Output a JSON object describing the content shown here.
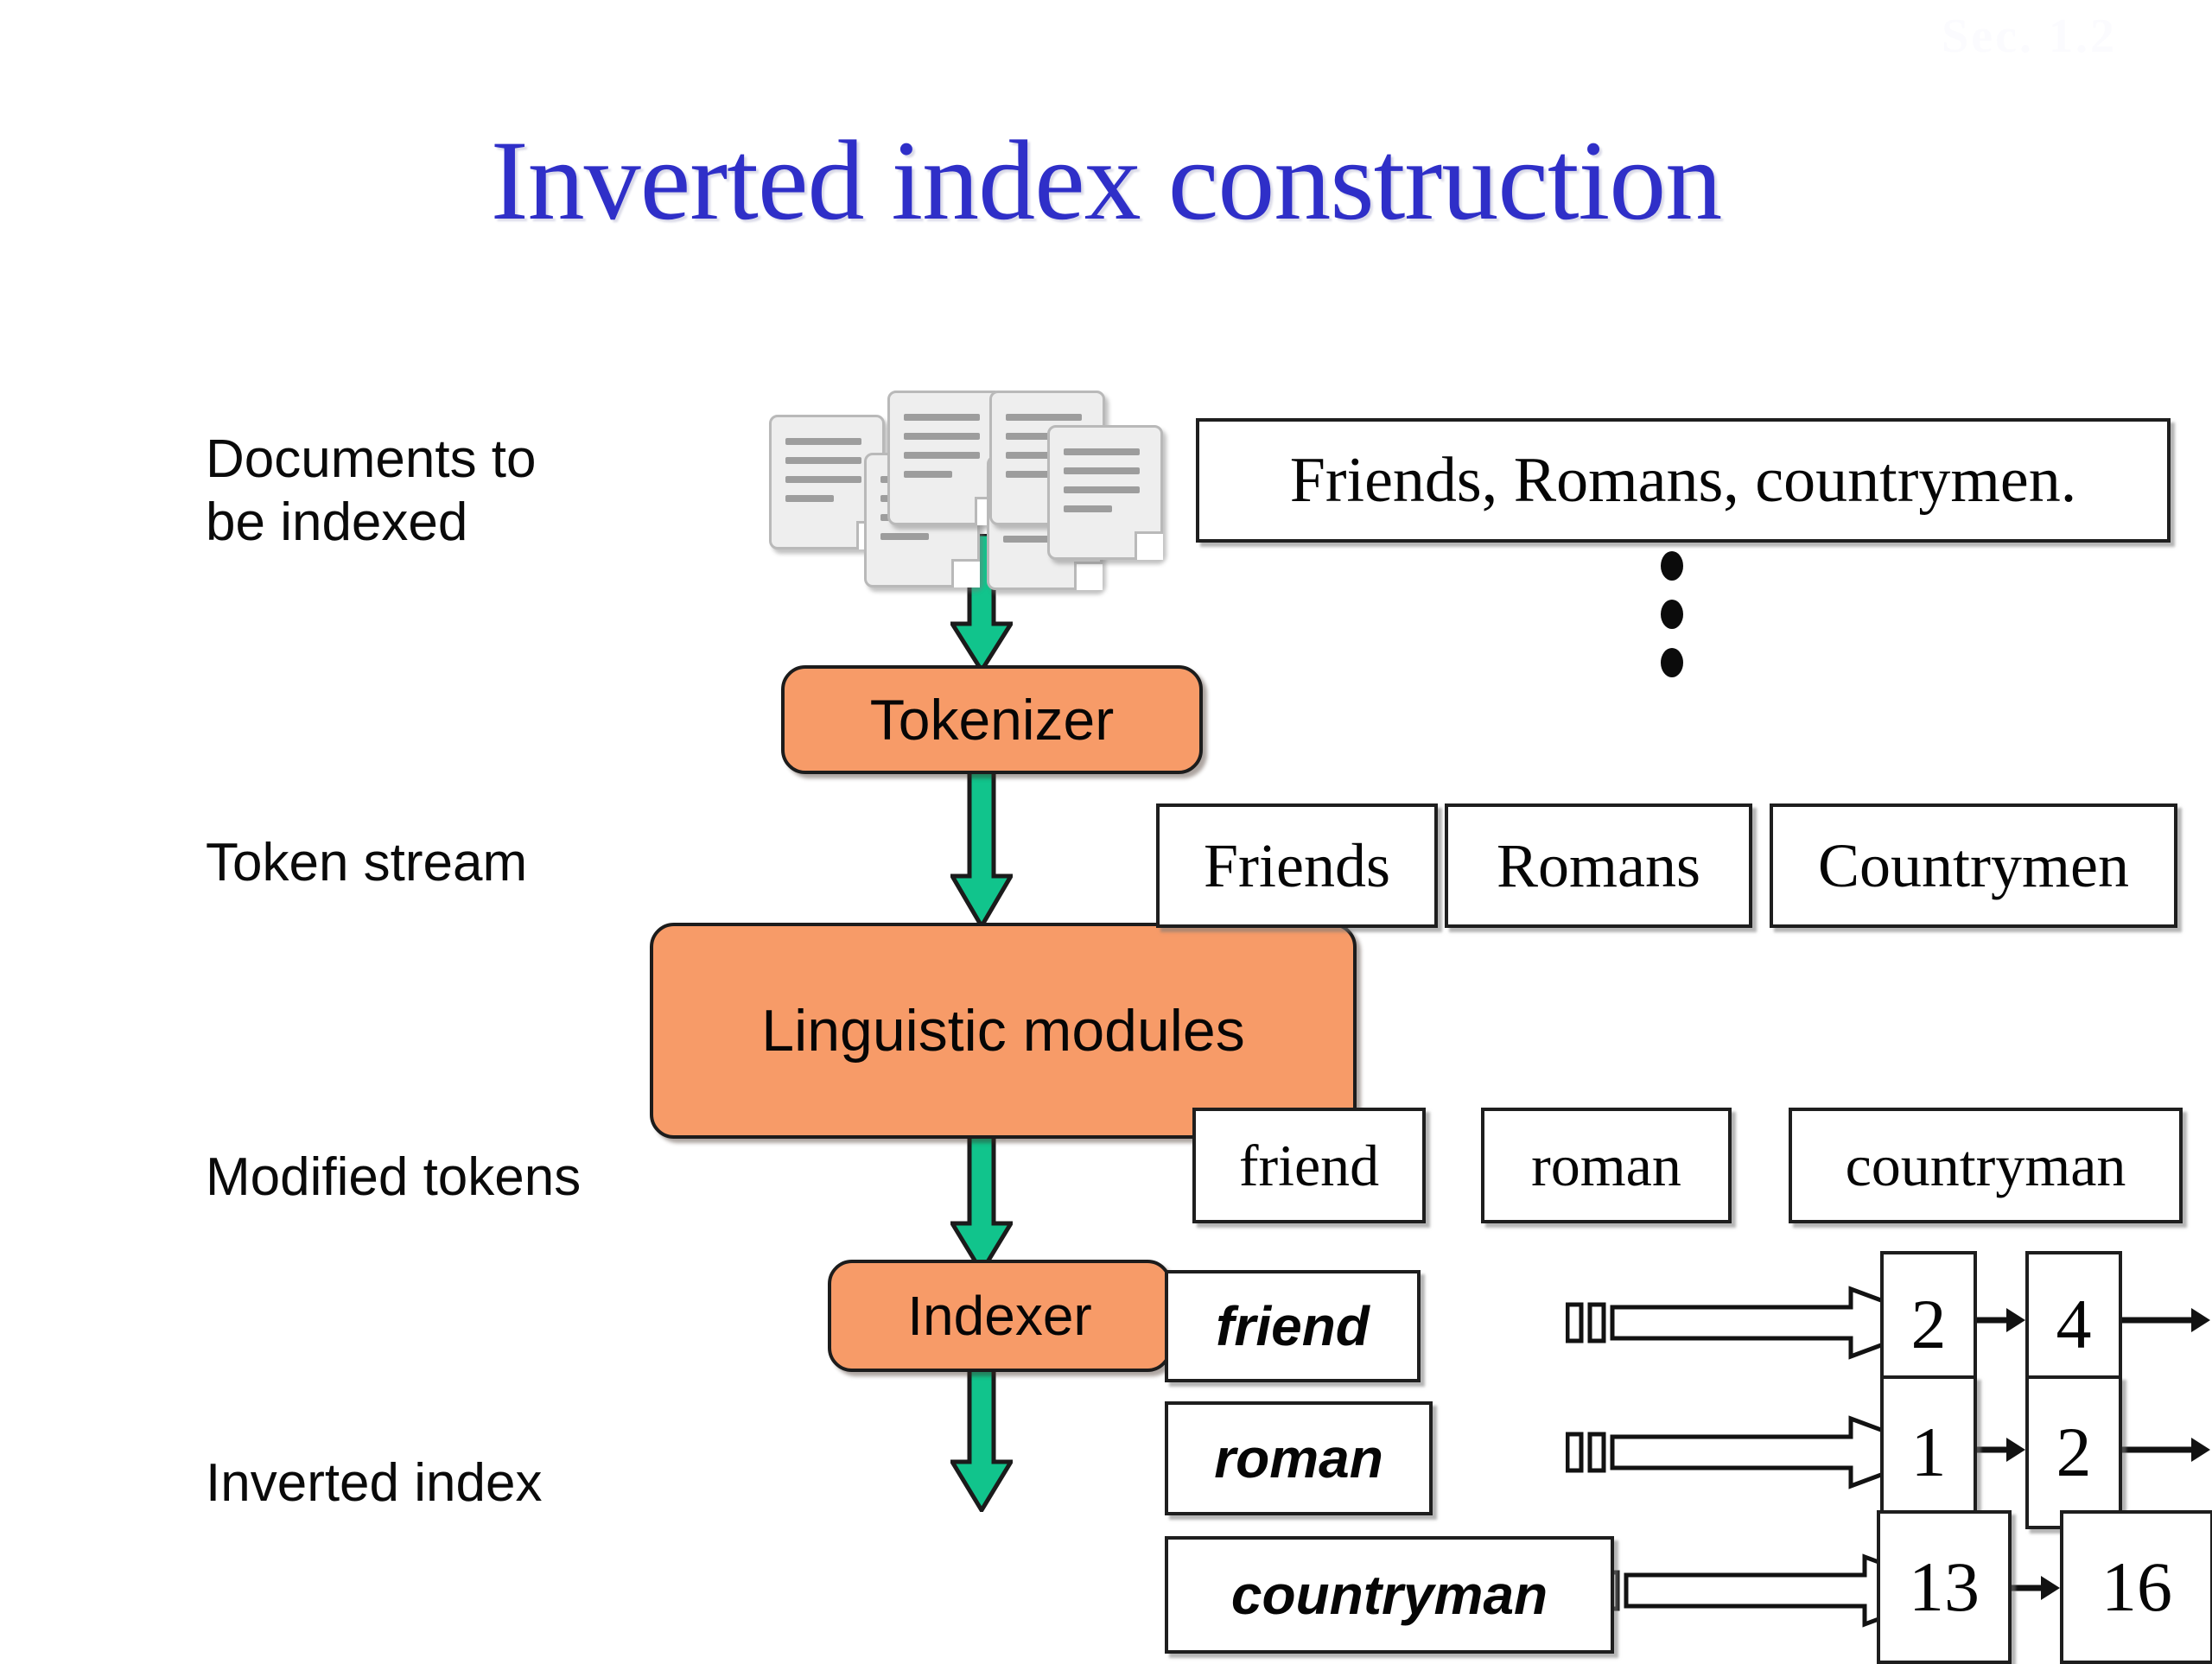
{
  "slide": {
    "section_tag": "Sec. 1.2",
    "title": "Inverted index construction",
    "accent_blue": "#2f2fc8",
    "process_orange": "#f79b68",
    "arrow_green": "#11c48c"
  },
  "stage_labels": [
    {
      "id": "documents",
      "text": "Documents to\nbe indexed"
    },
    {
      "id": "token-stream",
      "text": "Token stream"
    },
    {
      "id": "modified-tokens",
      "text": "Modified tokens"
    },
    {
      "id": "inverted-index",
      "text": "Inverted index"
    }
  ],
  "processes": [
    {
      "id": "tokenizer",
      "label": "Tokenizer"
    },
    {
      "id": "linguistic-modules",
      "label": "Linguistic modules"
    },
    {
      "id": "indexer",
      "label": "Indexer"
    }
  ],
  "documents": {
    "icon": "document-stack-icon",
    "sample_text": "Friends, Romans, countrymen.",
    "continuation": "vertical-ellipsis"
  },
  "token_stream": [
    "Friends",
    "Romans",
    "Countrymen"
  ],
  "modified_tokens": [
    "friend",
    "roman",
    "countryman"
  ],
  "inverted_index": [
    {
      "term": "friend",
      "postings": [
        "2",
        "4"
      ]
    },
    {
      "term": "roman",
      "postings": [
        "1",
        "2"
      ]
    },
    {
      "term": "countryman",
      "postings": [
        "13",
        "16"
      ]
    }
  ]
}
